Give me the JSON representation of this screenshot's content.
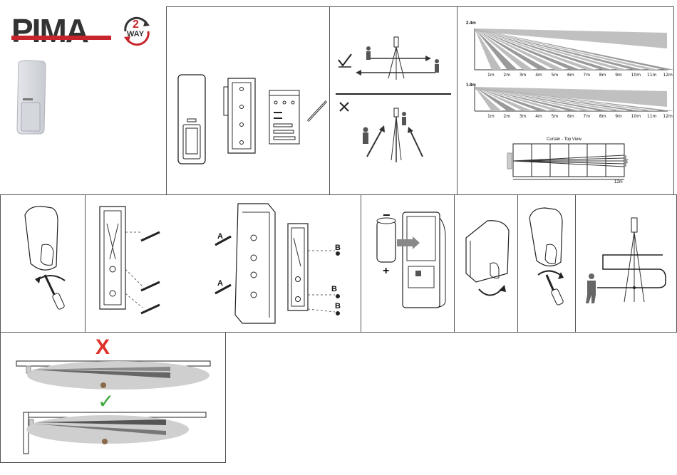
{
  "brand": {
    "name": "PIMA",
    "badge_number": "2",
    "badge_text": "WAY"
  },
  "range_top": {
    "height_label": "2.4m",
    "ticks": [
      "1m",
      "2m",
      "3m",
      "4m",
      "5m",
      "6m",
      "7m",
      "8m",
      "9m",
      "10m",
      "11m",
      "12m"
    ]
  },
  "range_bottom": {
    "height_label": "1.8m",
    "ticks": [
      "1m",
      "2m",
      "3m",
      "4m",
      "5m",
      "6m",
      "7m",
      "8m",
      "9m",
      "10m",
      "11m",
      "12m"
    ]
  },
  "curtain": {
    "title": "Curtain - Top View",
    "width_label": "1m",
    "length_label": "12m"
  },
  "mount": {
    "label_a": "A",
    "label_b": "B"
  },
  "battery": {
    "minus": "−",
    "plus": "+"
  },
  "placement": {
    "wrong_mark": "X",
    "right_mark": "✓"
  },
  "colors": {
    "brand_red": "#c8242b",
    "check_green": "#3aa63a",
    "wrong_red": "#e0302a"
  }
}
